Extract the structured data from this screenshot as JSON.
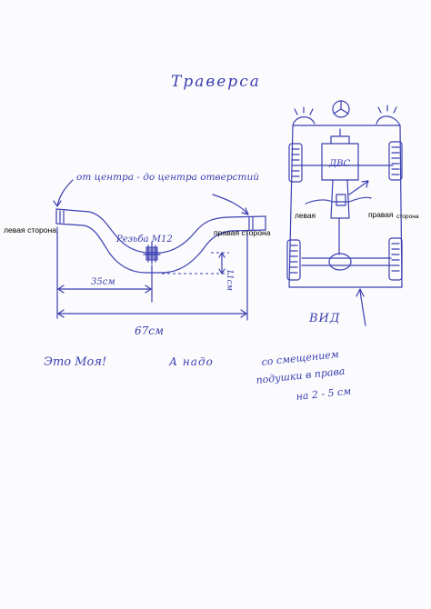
{
  "title": "Траверса",
  "traverse": {
    "note_center": "от центра - до центра отверстий",
    "left_side": "левая сторона",
    "right_side": "правая сторона",
    "thread": "Резьба М12",
    "dim_half": "35см",
    "dim_height": "11см",
    "dim_total": "67см"
  },
  "car": {
    "engine": "ДВС",
    "left": "левая",
    "right": "правая",
    "right_tail": "сторона",
    "view": "ВИД"
  },
  "bottom": {
    "this_mine": "Это Моя!",
    "need": "А надо",
    "offset_note": [
      "со смещением",
      "подушки в права",
      "на 2 - 5 см"
    ]
  },
  "colors": {
    "ink": "#3b3fb0",
    "typed": "#000000",
    "paper": "#fbfbfd"
  }
}
